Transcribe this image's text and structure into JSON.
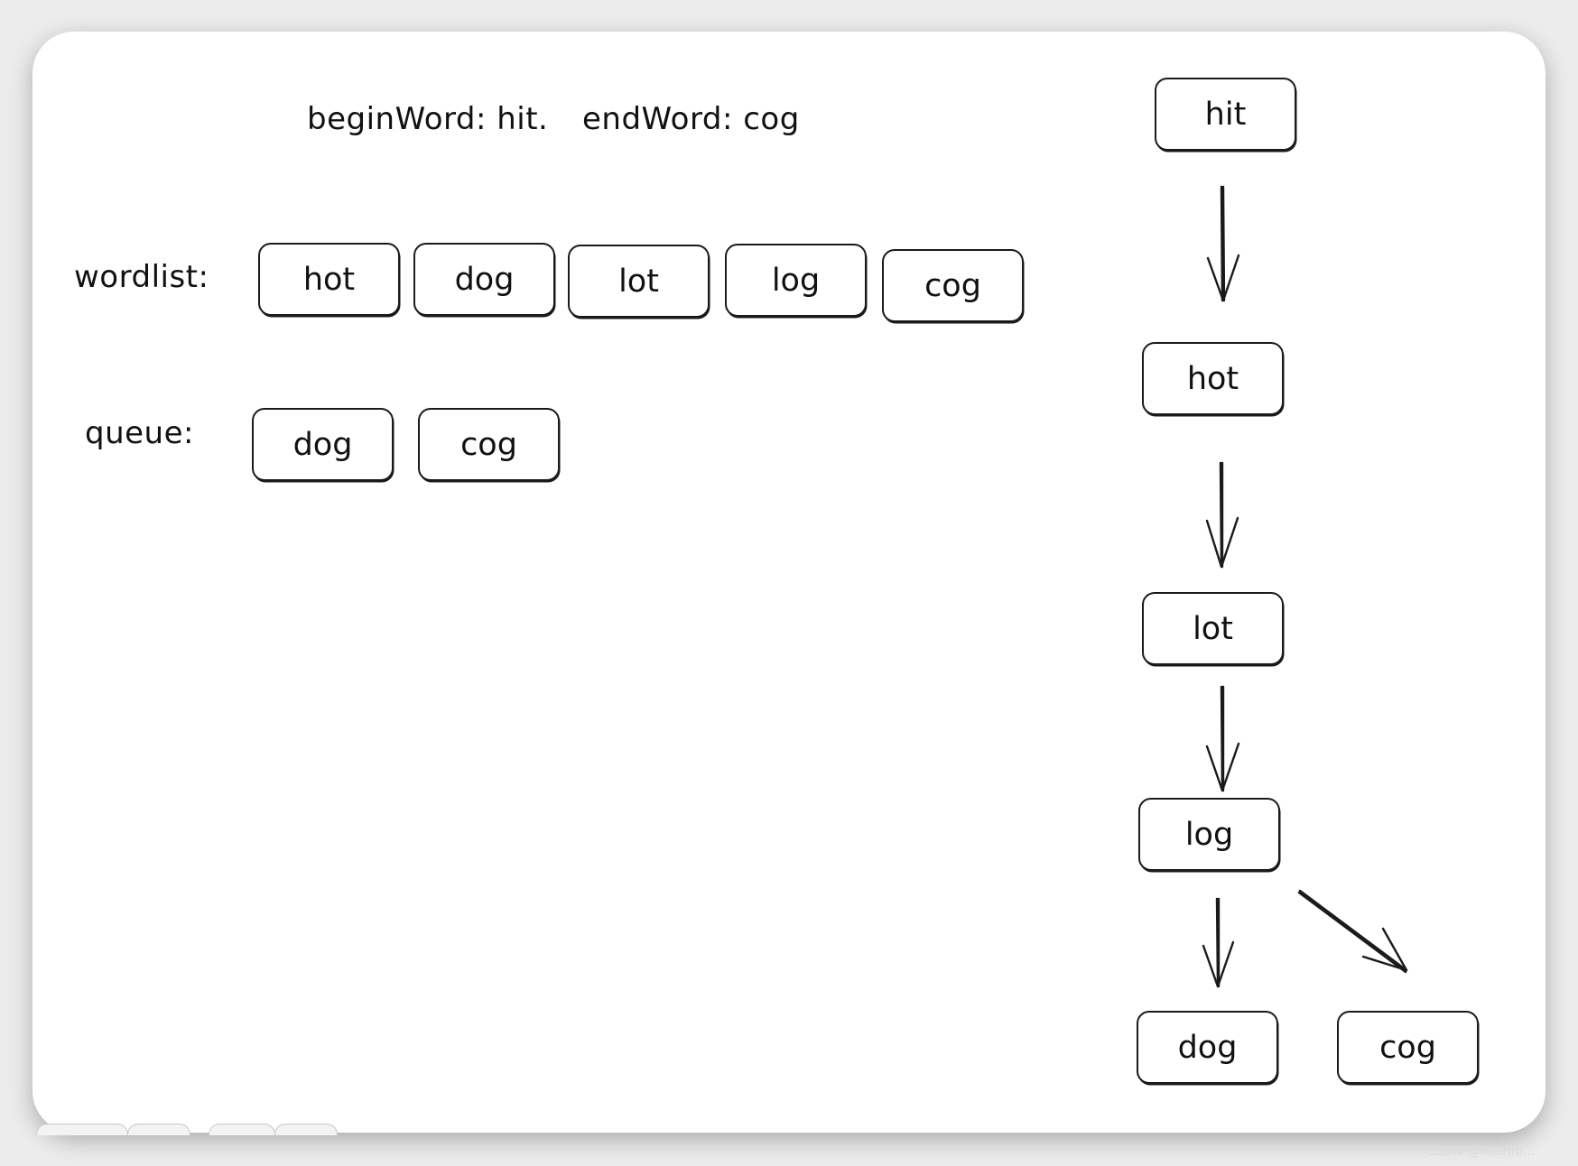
{
  "header": {
    "begin": "beginWord: hit.",
    "end": "endWord: cog"
  },
  "wordlist": {
    "label": "wordlist:",
    "items": [
      "hot",
      "dog",
      "lot",
      "log",
      "cog"
    ]
  },
  "queue": {
    "label": "queue:",
    "items": [
      "dog",
      "cog"
    ]
  },
  "tree": {
    "nodes": [
      "hit",
      "hot",
      "lot",
      "log",
      "dog",
      "cog"
    ]
  },
  "watermark": "CSDN @Xianlo..."
}
